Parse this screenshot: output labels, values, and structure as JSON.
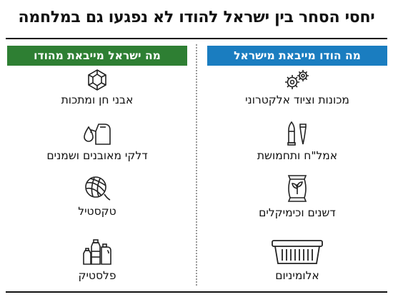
{
  "title": "יחסי הסחר בין ישראל להודו לא נפגעו גם במלחמה",
  "columns": {
    "right": {
      "header": "מה הודו מייבאת מישראל",
      "header_color": "#1a7dc0",
      "items": [
        {
          "label": "מכונות וציוד אלקטרוני",
          "icon": "gears-icon"
        },
        {
          "label": "אמל\"ח ותחמושת",
          "icon": "ammunition-icon"
        },
        {
          "label": "דשנים וכימיקלים",
          "icon": "fertilizer-bag-icon"
        },
        {
          "label": "אלומיניום",
          "icon": "aluminum-tray-icon"
        }
      ]
    },
    "left": {
      "header": "מה ישראל מייבאת מהודו",
      "header_color": "#2e7f33",
      "items": [
        {
          "label": "אבני חן ומתכות",
          "icon": "gemstone-icon"
        },
        {
          "label": "דלקי מאובנים ושמנים",
          "icon": "fuel-canister-icon"
        },
        {
          "label": "טקסטיל",
          "icon": "yarn-ball-icon"
        },
        {
          "label": "פלסטיק",
          "icon": "plastic-bottles-icon"
        }
      ]
    }
  }
}
